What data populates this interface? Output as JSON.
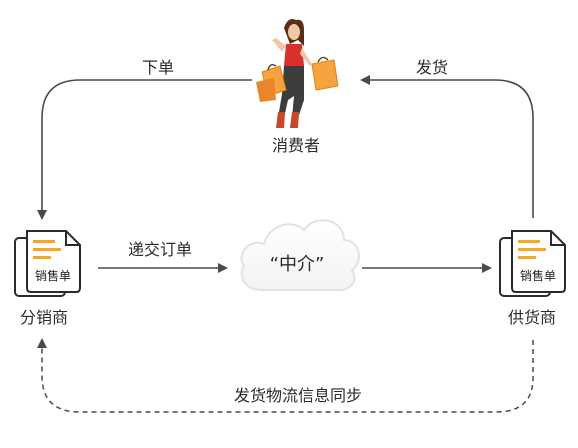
{
  "nodes": {
    "consumer": {
      "label": "消费者"
    },
    "distributor": {
      "label": "分销商",
      "doc_label": "销售单"
    },
    "supplier": {
      "label": "供货商",
      "doc_label": "销售单"
    },
    "intermediary": {
      "label": "“中介”"
    }
  },
  "edges": {
    "place_order": {
      "label": "下单"
    },
    "ship": {
      "label": "发货"
    },
    "submit_order": {
      "label": "递交订单"
    },
    "logistics_sync": {
      "label": "发货物流信息同步"
    }
  },
  "colors": {
    "arrow": "#4a4a4a",
    "doc_fill": "#ffffff",
    "doc_stroke": "#2b2b2b",
    "doc_lines": "#f5a623",
    "cloud": "#ececec"
  }
}
